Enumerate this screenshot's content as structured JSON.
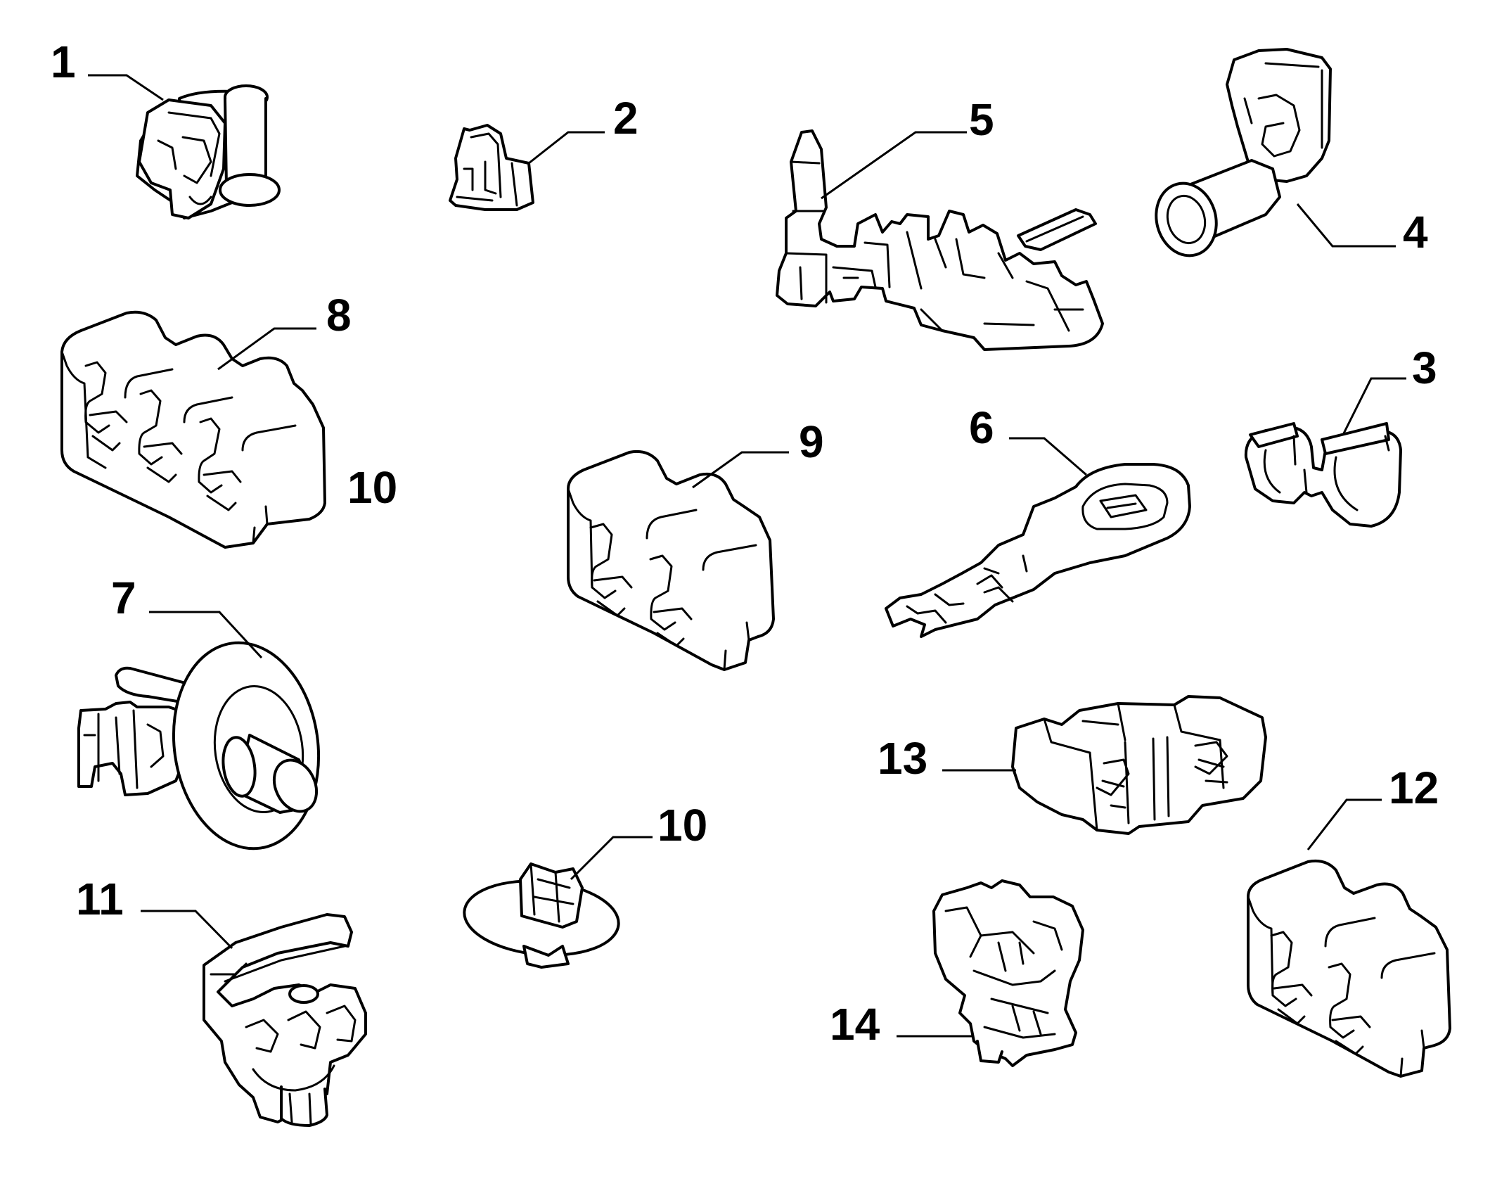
{
  "diagram": {
    "callouts": [
      {
        "id": "c1",
        "label": "1"
      },
      {
        "id": "c2",
        "label": "2"
      },
      {
        "id": "c3",
        "label": "3"
      },
      {
        "id": "c4",
        "label": "4"
      },
      {
        "id": "c5",
        "label": "5"
      },
      {
        "id": "c6",
        "label": "6"
      },
      {
        "id": "c7",
        "label": "7"
      },
      {
        "id": "c8",
        "label": "8"
      },
      {
        "id": "c9",
        "label": "9"
      },
      {
        "id": "c10a",
        "label": "10"
      },
      {
        "id": "c10b",
        "label": "10"
      },
      {
        "id": "c11",
        "label": "11"
      },
      {
        "id": "c12",
        "label": "12"
      },
      {
        "id": "c13",
        "label": "13"
      },
      {
        "id": "c14",
        "label": "14"
      }
    ],
    "colors": {
      "line": "#000000",
      "background": "#ffffff"
    }
  }
}
